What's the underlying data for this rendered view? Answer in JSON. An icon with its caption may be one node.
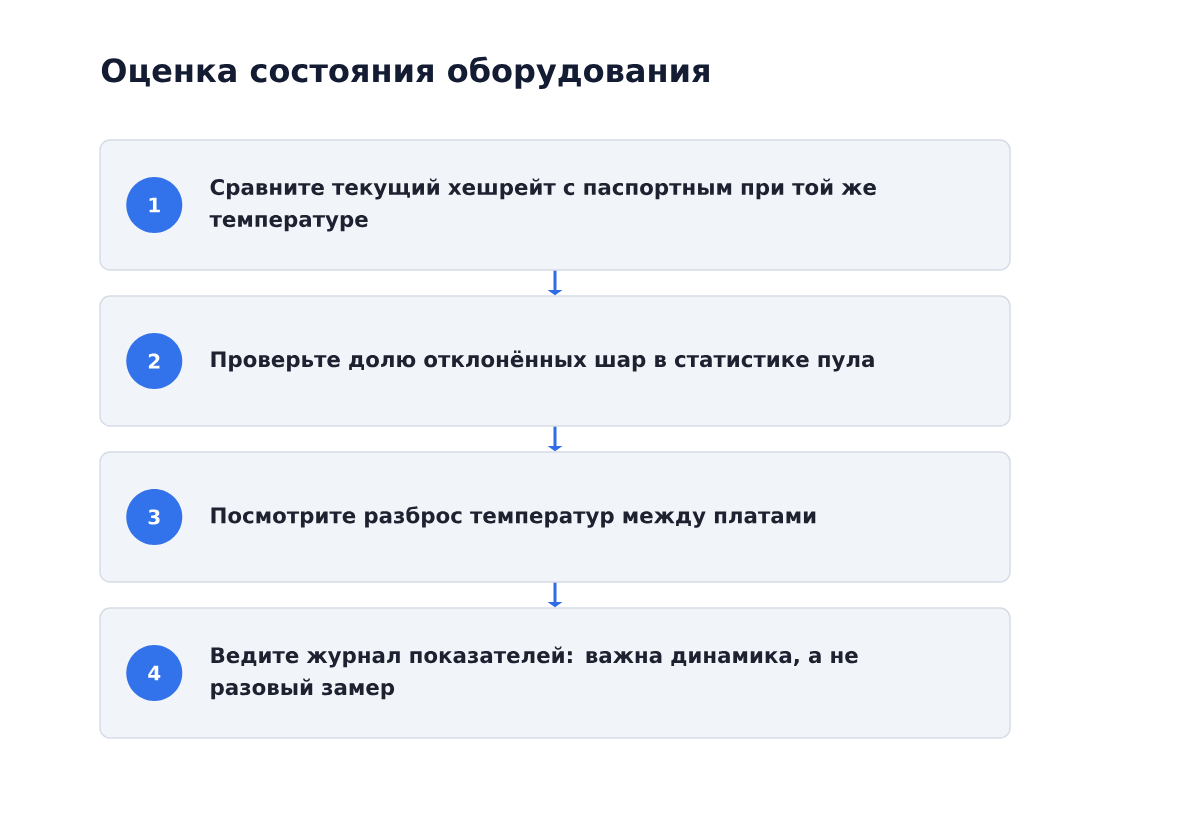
{
  "diagram": {
    "title": "Оценка состояния оборудования",
    "nodes": [
      {
        "text": [
          "Сравните текущий хешрейт с паспортным при той же температуре"
        ]
      },
      {
        "text": [
          "1"
        ],
        "in": 0
      },
      {
        "text": [
          "Проверьте долю отклонённых шар в статистике пула"
        ]
      },
      {
        "text": [
          "2"
        ],
        "in": 2
      },
      {
        "text": [
          "Посмотрите разброс температур между платами"
        ]
      },
      {
        "text": [
          "3"
        ],
        "in": 4
      },
      {
        "text": [
          "Ведите журнал показателей: важна динамика, а не разовый замер"
        ]
      },
      {
        "text": [
          "4"
        ],
        "in": 6
      }
    ],
    "edges": [
      {
        "from": 0,
        "to": 2,
        "arrow": "to"
      },
      {
        "from": 2,
        "to": 4,
        "arrow": "to"
      },
      {
        "from": 4,
        "to": 6,
        "arrow": "to"
      }
    ]
  }
}
